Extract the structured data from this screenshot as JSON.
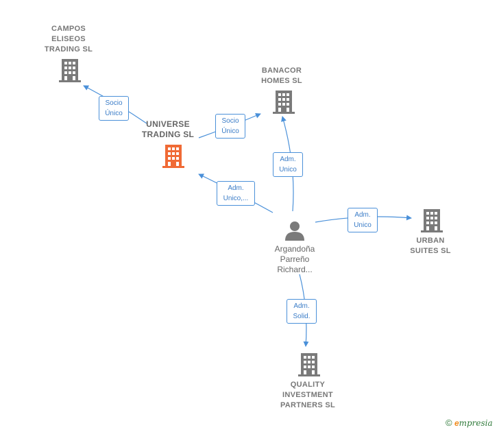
{
  "nodes": {
    "campos": {
      "label": "CAMPOS\nELISEOS\nTRADING  SL"
    },
    "banacor": {
      "label": "BANACOR\nHOMES  SL"
    },
    "universe": {
      "label": "UNIVERSE\nTRADING  SL"
    },
    "urban": {
      "label": "URBAN\nSUITES SL"
    },
    "quality": {
      "label": "QUALITY\nINVESTMENT\nPARTNERS  SL"
    },
    "person": {
      "label": "Argandoña\nParreño\nRichard..."
    }
  },
  "edges": {
    "universe_campos": "Socio\nÚnico",
    "universe_banacor": "Socio\nÚnico",
    "person_banacor": "Adm.\nUnico",
    "person_universe": "Adm.\nUnico,...",
    "person_urban": "Adm.\nUnico",
    "person_quality": "Adm.\nSolid."
  },
  "colors": {
    "company": "#7a7a7a",
    "main_company": "#f06a35",
    "edge": "#4a90d9",
    "person": "#7a7a7a"
  },
  "watermark": {
    "copyright": "©",
    "brand_first": "e",
    "brand_rest": "mpresia"
  }
}
